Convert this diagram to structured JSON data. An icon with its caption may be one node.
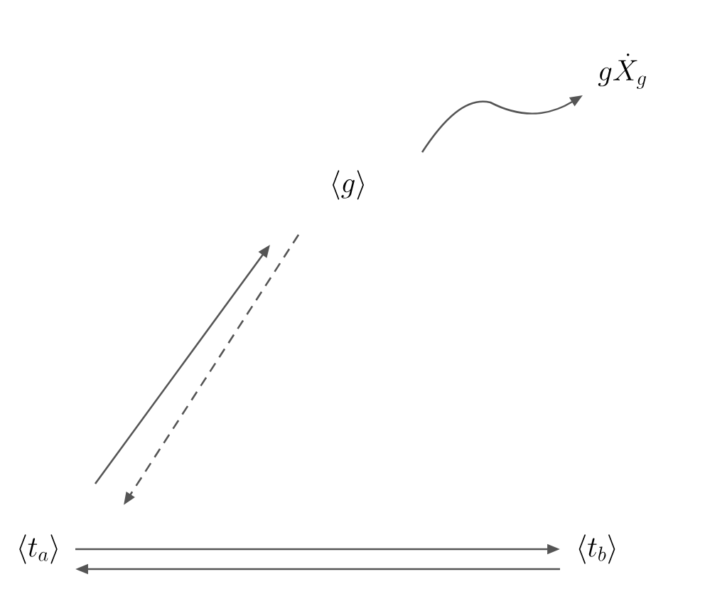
{
  "diagram": {
    "nodes": [
      {
        "text": [
          "\\langle t_a \\rangle"
        ]
      },
      {
        "text": [
          "\\langle t_b \\rangle"
        ]
      },
      {
        "text": [
          "\\langle g \\rangle"
        ]
      },
      {
        "text": [
          "g\\dot{X}_g"
        ]
      }
    ],
    "edges": [
      {
        "from": 0,
        "to": 2,
        "arrow": "to"
      },
      {
        "from": 2,
        "to": 0,
        "arrow": "to",
        "style": "dashed"
      },
      {
        "from": 0,
        "to": 1,
        "arrow": "to"
      },
      {
        "from": 1,
        "to": 0,
        "arrow": "to"
      },
      {
        "from": 2,
        "to": 3,
        "arrow": "to"
      }
    ]
  }
}
